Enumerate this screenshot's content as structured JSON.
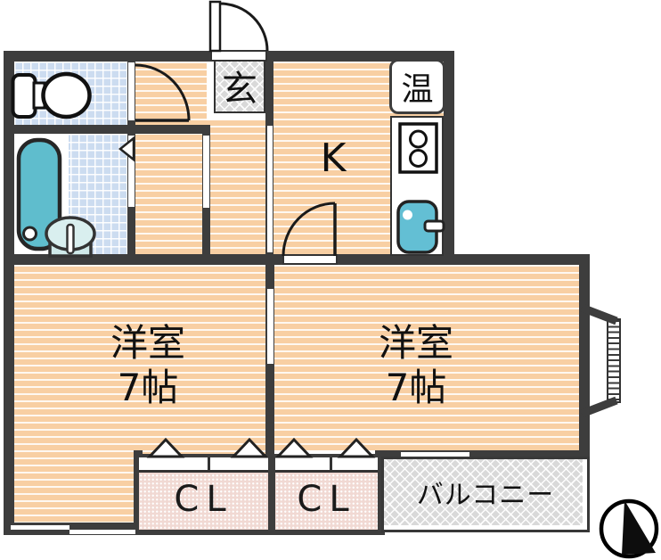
{
  "floorplan": {
    "type": "japanese-apartment-floorplan",
    "labels": {
      "entrance": "玄",
      "kitchen": "K",
      "water_heater": "温",
      "room_left_name": "洋室",
      "room_left_size": "7帖",
      "room_right_name": "洋室",
      "room_right_size": "7帖",
      "closet_left": "CL",
      "closet_right": "CL",
      "balcony": "バルコニー"
    },
    "icons": {
      "toilet": "toilet-icon",
      "bathtub": "bathtub-icon",
      "washbasin": "washbasin-icon",
      "stove": "stove-burners-icon",
      "kitchen_sink": "kitchen-sink-icon",
      "entrance_door": "door-swing-icon",
      "toilet_door": "door-swing-icon",
      "kitchen_door": "door-swing-icon",
      "closet_doors": "folding-door-triangle-icon",
      "bay_window": "bay-window-icon",
      "compass": "north-compass-icon"
    },
    "colors": {
      "wall": "#3d3d3d",
      "flooring": "#f8cfa3",
      "tile": "#ccdcf0",
      "bathtub": "#5fbdcd",
      "kitchen_sink": "#63bfd4",
      "entrance_floor": "#d9d9d9",
      "closet_fill": "#f1d9d3",
      "balcony_fill": "#d9d9d9"
    }
  }
}
